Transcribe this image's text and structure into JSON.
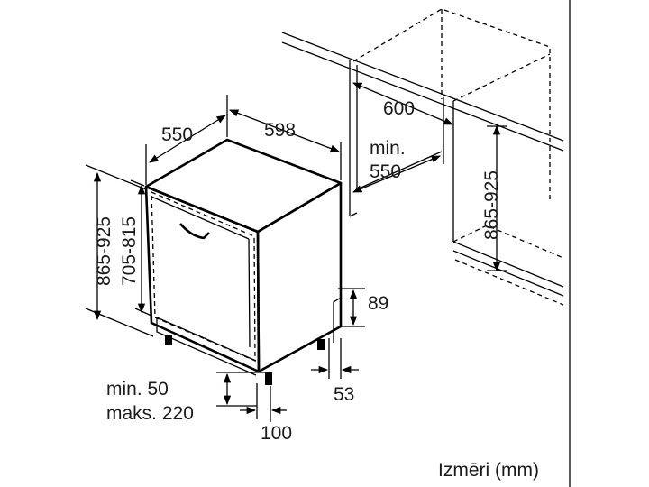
{
  "caption": "Izmēri (mm)",
  "dimensions": {
    "depth": "550",
    "width": "598",
    "niche_width": "600",
    "niche_depth_line1": "min.",
    "niche_depth_line2": "550",
    "height_total": "865-925",
    "height_body": "705-815",
    "niche_height": "865-925",
    "plinth_height": "89",
    "plinth_offset": "53",
    "clearance_line1": "min. 50",
    "clearance_line2": "maks. 220",
    "foot_depth": "100"
  }
}
